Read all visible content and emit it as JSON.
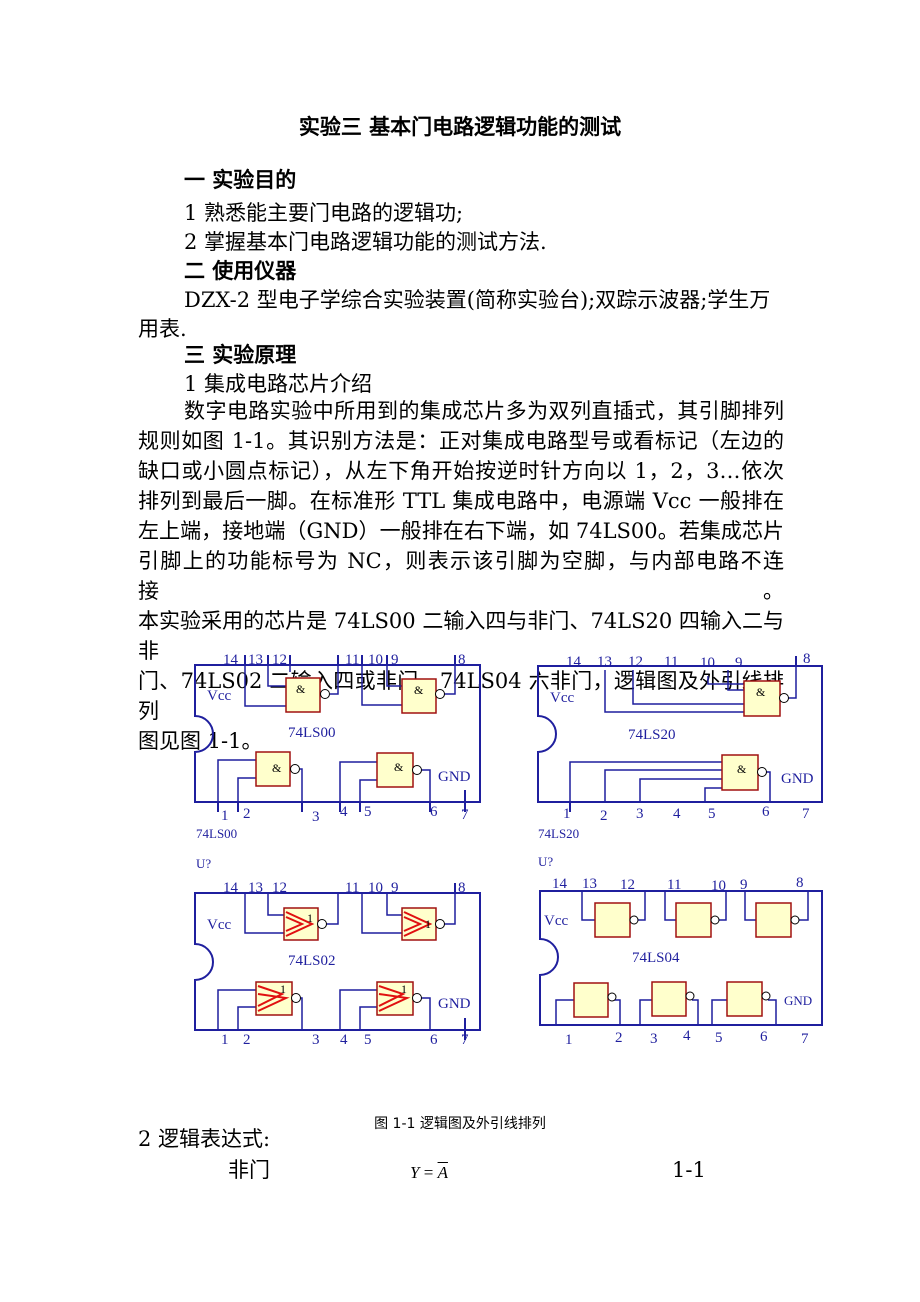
{
  "title": "实验三  基本门电路逻辑功能的测试",
  "section1": {
    "heading": "一  实验目的",
    "items": [
      "1  熟悉能主要门电路的逻辑功;",
      "2  掌握基本门电路逻辑功能的测试方法."
    ]
  },
  "section2": {
    "heading": "二  使用仪器",
    "line1": "DZX-2 型电子学综合实验装置(简称实验台);双踪示波器;学生万",
    "line2": "用表."
  },
  "section3": {
    "heading": "三  实验原理",
    "sub1": "1  集成电路芯片介绍",
    "para_lines": [
      "数字电路实验中所用到的集成芯片多为双列直插式，其引脚排列",
      "规则如图 1-1。其识别方法是：正对集成电路型号或看标记（左边的",
      "缺口或小圆点标记），从左下角开始按逆时针方向以 1，2，3…依次",
      "排列到最后一脚。在标准形 TTL 集成电路中，电源端 Vcc 一般排在",
      "左上端，接地端（GND）一般排在右下端，如 74LS00。若集成芯片",
      "引脚上的功能标号为 NC，则表示该引脚为空脚，与内部电路不连接。",
      "本实验采用的芯片是 74LS00 二输入四与非门、74LS20 四输入二与非",
      "门、74LS02 二输入四或非门、74LS04 六非门，逻辑图及外引线排列",
      "图见图 1-1。"
    ]
  },
  "figure": {
    "caption": "图 1-1  逻辑图及外引线排列",
    "chips": [
      {
        "name": "74LS00",
        "below_label": "74LS00",
        "above_label": "",
        "vcc": "Vcc",
        "gnd": "GND",
        "top_pins": [
          "14",
          "13",
          "12",
          "11",
          "10",
          "9",
          "8"
        ],
        "bottom_pins": [
          "1",
          "2",
          "3",
          "4",
          "5",
          "6",
          "7"
        ],
        "gate_symbol": "&"
      },
      {
        "name": "74LS20",
        "below_label": "74LS20",
        "above_label": "",
        "vcc": "Vcc",
        "gnd": "GND",
        "top_pins": [
          "14",
          "13",
          "12",
          "11",
          "10",
          "9",
          "8"
        ],
        "bottom_pins": [
          "1",
          "2",
          "3",
          "4",
          "5",
          "6",
          "7"
        ],
        "gate_symbol": "&"
      },
      {
        "name": "74LS02",
        "below_label": "",
        "above_label": "U?",
        "vcc": "Vcc",
        "gnd": "GND",
        "top_pins": [
          "14",
          "13",
          "12",
          "11",
          "10",
          "9",
          "8"
        ],
        "bottom_pins": [
          "1",
          "2",
          "3",
          "4",
          "5",
          "6",
          "7"
        ],
        "gate_symbol": "1"
      },
      {
        "name": "74LS04",
        "below_label": "",
        "above_label": "U?",
        "vcc": "Vcc",
        "gnd": "GND",
        "top_pins": [
          "14",
          "13",
          "12",
          "11",
          "10",
          "9",
          "8"
        ],
        "bottom_pins": [
          "1",
          "2",
          "3",
          "4",
          "5",
          "6",
          "7"
        ],
        "gate_symbol": ""
      }
    ],
    "colors": {
      "gate_fill": "#ffffcc",
      "gate_stroke": "#a01010",
      "wire": "#1f1f9e",
      "nor_mark": "#e01010"
    }
  },
  "section4": {
    "sub2": "2  逻辑表达式:",
    "gate_name": "非门",
    "eq_lhs": "Y",
    "eq_mid": " = ",
    "eq_rhs": "A",
    "eq_num": "1-1"
  }
}
